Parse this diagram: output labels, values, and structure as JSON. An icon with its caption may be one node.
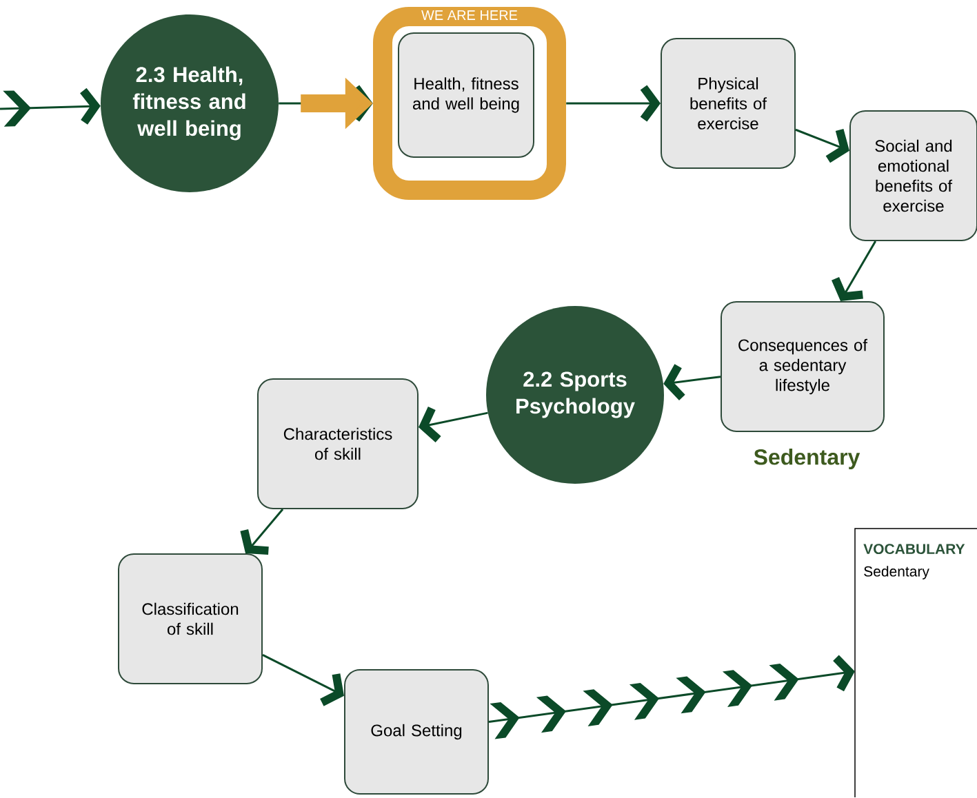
{
  "diagram": {
    "nodes": [
      {
        "text": [
          "2.3 Health, fitness and well being"
        ]
      },
      {
        "text": [
          "WE ARE HERE"
        ]
      },
      {
        "text": [
          "Health, fitness and well being"
        ],
        "in": 1
      },
      {
        "text": [
          "Physical benefits of exercise"
        ]
      },
      {
        "text": [
          "Social and emotional benefits of exercise"
        ]
      },
      {
        "text": [
          "Consequences of a sedentary lifestyle"
        ],
        "beside": [
          "Sedentary"
        ]
      },
      {
        "text": [
          "2.2 Sports Psychology"
        ]
      },
      {
        "text": [
          "Characteristics of skill"
        ]
      },
      {
        "text": [
          "Classification of skill"
        ]
      },
      {
        "text": [
          "Goal Setting"
        ]
      },
      {
        "text": [
          "VOCABULARY",
          "Sedentary"
        ]
      }
    ],
    "edges": [
      {
        "from": null,
        "to": 0,
        "arrow": "to"
      },
      {
        "from": 0,
        "to": 1,
        "arrow": "to"
      },
      {
        "from": 0,
        "to": 1,
        "arrow": "to",
        "style": "thick",
        "color": "#e0a23a"
      },
      {
        "from": 1,
        "to": 3,
        "arrow": "to"
      },
      {
        "from": 3,
        "to": 4,
        "arrow": "to"
      },
      {
        "from": 4,
        "to": 5,
        "arrow": "to"
      },
      {
        "from": 5,
        "to": 6,
        "arrow": "to"
      },
      {
        "from": 6,
        "to": 7,
        "arrow": "to"
      },
      {
        "from": 7,
        "to": 8,
        "arrow": "to"
      },
      {
        "from": 8,
        "to": 9,
        "arrow": "to"
      },
      {
        "from": 9,
        "to": 10,
        "arrow": "to"
      }
    ]
  }
}
